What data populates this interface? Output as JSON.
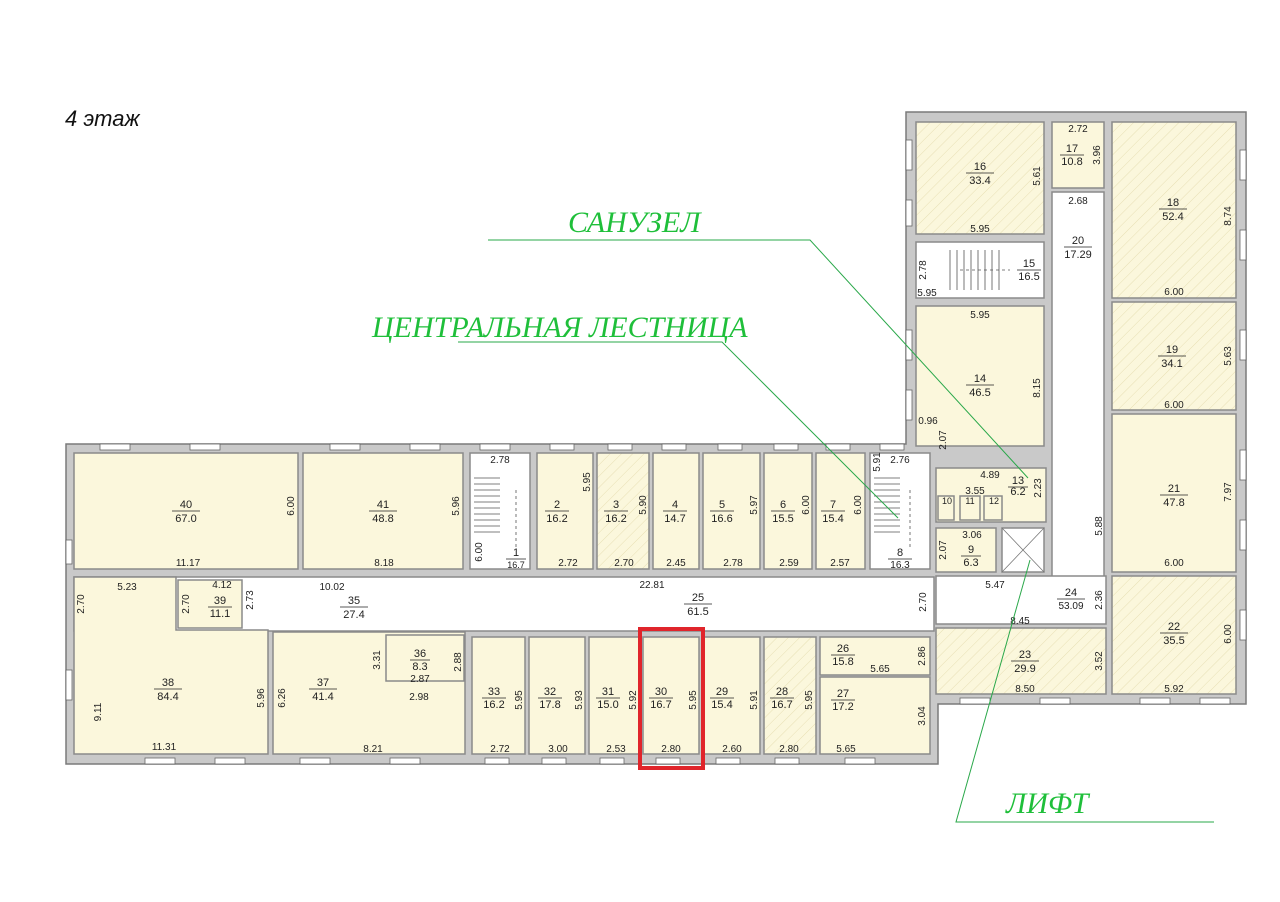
{
  "floor_title": "4 этаж",
  "callouts": {
    "sanuzel": "САНУЗЕЛ",
    "stair": "ЦЕНТРАЛЬНАЯ ЛЕСТНИЦА",
    "lift": "ЛИФТ"
  },
  "highlight_room": "30",
  "rooms": {
    "r1": {
      "num": "1",
      "area": "16.7"
    },
    "r2": {
      "num": "2",
      "area": "16.2"
    },
    "r3": {
      "num": "3",
      "area": "16.2"
    },
    "r4": {
      "num": "4",
      "area": "14.7"
    },
    "r5": {
      "num": "5",
      "area": "16.6"
    },
    "r6": {
      "num": "6",
      "area": "15.5"
    },
    "r7": {
      "num": "7",
      "area": "15.4"
    },
    "r8": {
      "num": "8",
      "area": "16.3"
    },
    "r9": {
      "num": "9",
      "area": "6.3"
    },
    "r10": {
      "num": "10",
      "area": ""
    },
    "r11": {
      "num": "11",
      "area": ""
    },
    "r12": {
      "num": "12",
      "area": ""
    },
    "r13": {
      "num": "13",
      "area": "6.2"
    },
    "r14": {
      "num": "14",
      "area": "46.5"
    },
    "r15": {
      "num": "15",
      "area": "16.5"
    },
    "r16": {
      "num": "16",
      "area": "33.4"
    },
    "r17": {
      "num": "17",
      "area": "10.8"
    },
    "r18": {
      "num": "18",
      "area": "52.4"
    },
    "r19": {
      "num": "19",
      "area": "34.1"
    },
    "r20": {
      "num": "20",
      "area": "17.29"
    },
    "r21": {
      "num": "21",
      "area": "47.8"
    },
    "r22": {
      "num": "22",
      "area": "35.5"
    },
    "r23": {
      "num": "23",
      "area": "29.9"
    },
    "r24": {
      "num": "24",
      "area": "53.09"
    },
    "r25": {
      "num": "25",
      "area": "61.5"
    },
    "r26": {
      "num": "26",
      "area": "15.8"
    },
    "r27": {
      "num": "27",
      "area": "17.2"
    },
    "r28": {
      "num": "28",
      "area": "16.7"
    },
    "r29": {
      "num": "29",
      "area": "15.4"
    },
    "r30": {
      "num": "30",
      "area": "16.7"
    },
    "r31": {
      "num": "31",
      "area": "15.0"
    },
    "r32": {
      "num": "32",
      "area": "17.8"
    },
    "r33": {
      "num": "33",
      "area": "16.2"
    },
    "r35": {
      "num": "35",
      "area": "27.4"
    },
    "r36": {
      "num": "36",
      "area": "8.3"
    },
    "r37": {
      "num": "37",
      "area": "41.4"
    },
    "r38": {
      "num": "38",
      "area": "84.4"
    },
    "r39": {
      "num": "39",
      "area": "11.1"
    },
    "r40": {
      "num": "40",
      "area": "67.0"
    },
    "r41": {
      "num": "41",
      "area": "48.8"
    }
  },
  "dims": {
    "d40w": "11.17",
    "d40h": "6.00",
    "d41w": "8.18",
    "d41h": "5.96",
    "d1top": "2.78",
    "d1h": "6.00",
    "d2w": "2.72",
    "d2h": "5.95",
    "d3w": "2.70",
    "d3h": "5.90",
    "d4w": "2.45",
    "d5w": "2.78",
    "d5h": "5.97",
    "d6w": "2.59",
    "d6h": "6.00",
    "d7w": "2.57",
    "d7h": "6.00",
    "d8top": "2.76",
    "d8h": "5.91",
    "d25w": "22.81",
    "d25h": "2.70",
    "d35w": "10.02",
    "d35h": "2.73",
    "d39w": "4.12",
    "d39h": "2.70",
    "d38top": "5.23",
    "d38left": "2.70",
    "d38h": "9.11",
    "d38w": "11.31",
    "d38r": "5.96",
    "d37h": "6.26",
    "d37w": "8.21",
    "d37w2": "2.98",
    "d36h": "3.31",
    "d36w": "2.87",
    "d36r": "2.88",
    "d33w": "2.72",
    "d33h": "5.95",
    "d32w": "3.00",
    "d32h": "5.93",
    "d31w": "2.53",
    "d31h": "5.92",
    "d30w": "2.80",
    "d30h": "5.95",
    "d29w": "2.60",
    "d29h": "5.91",
    "d28w": "2.80",
    "d28h": "5.95",
    "d26w": "5.65",
    "d26h": "2.86",
    "d27w": "5.65",
    "d27h": "3.04",
    "d23w": "8.50",
    "d23h": "3.52",
    "d23top": "8.45",
    "d24w": "5.47",
    "d24h": "2.36",
    "d22w": "5.92",
    "d22h": "6.00",
    "d21w": "6.00",
    "d21h": "7.97",
    "d21v": "5.88",
    "d19w": "6.00",
    "d19h": "5.63",
    "d18w": "6.00",
    "d18h": "8.74",
    "d16w": "5.95",
    "d16h": "5.61",
    "d17w": "2.72",
    "d17h": "3.96",
    "d17b": "2.68",
    "d15w": "5.95",
    "d15h": "2.78",
    "d14w": "5.95",
    "d14h": "8.15",
    "d14a": "0.96",
    "d14b": "2.07",
    "d13w": "4.89",
    "d13h": "2.23",
    "d10w": "3.55",
    "d9w": "3.06",
    "d9h": "2.07"
  }
}
